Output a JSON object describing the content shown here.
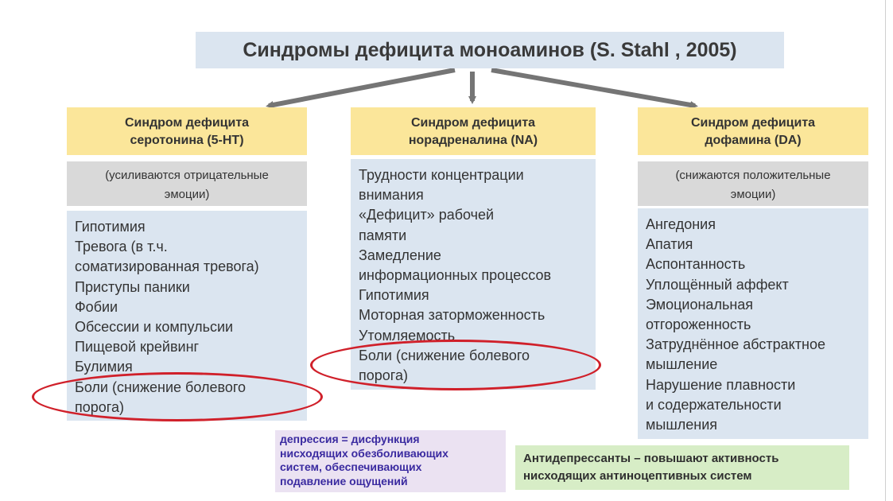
{
  "title": "Синдромы дефицита моноаминов (S. Stahl , 2005)",
  "columns": [
    {
      "header": [
        "Синдром дефицита",
        "серотонина (5-HT)"
      ],
      "subtitle": [
        "(усиливаются отрицательные",
        "эмоции)"
      ],
      "items": [
        "Гипотимия",
        "Тревога (в т.ч.",
        "соматизированная тревога)",
        "Приступы паники",
        "Фобии",
        "Обсессии и компульсии",
        "Пищевой крейвинг",
        "Булимия",
        "Боли (снижение болевого",
        "порога)"
      ]
    },
    {
      "header": [
        "Синдром дефицита",
        "норадреналина (NA)"
      ],
      "items": [
        "Трудности концентрации",
        "внимания",
        "«Дефицит» рабочей",
        "памяти",
        "Замедление",
        "информационных процессов",
        "Гипотимия",
        "Моторная заторможенность",
        "Утомляемость",
        "Боли (снижение болевого",
        "порога)"
      ]
    },
    {
      "header": [
        "Синдром дефицита",
        "дофамина (DA)"
      ],
      "subtitle": [
        "(снижаются положительные",
        "эмоции)"
      ],
      "items": [
        "Ангедония",
        "Апатия",
        "Аспонтанность",
        "Уплощённый аффект",
        "Эмоциональная",
        "отгороженность",
        "Затруднённое абстрактное",
        "мышление",
        "Нарушение плавности",
        "и содержательности",
        "мышления"
      ]
    }
  ],
  "note_left": [
    "депрессия = дисфункция",
    "нисходящих обезболивающих",
    "систем, обеспечивающих",
    "подавление ощущений"
  ],
  "note_right": [
    "Антидепрессанты – повышают активность",
    "нисходящих антиноцептивных систем"
  ],
  "colors": {
    "title_bg": "#dbe5f0",
    "header_bg": "#fbe69a",
    "subtitle_bg": "#d9d9d9",
    "list_bg": "#dbe5f0",
    "arrow": "#757575",
    "highlight": "#d0202a",
    "note_left_text": "#3a2aa0",
    "note_right_bg": "#d7edc6"
  }
}
